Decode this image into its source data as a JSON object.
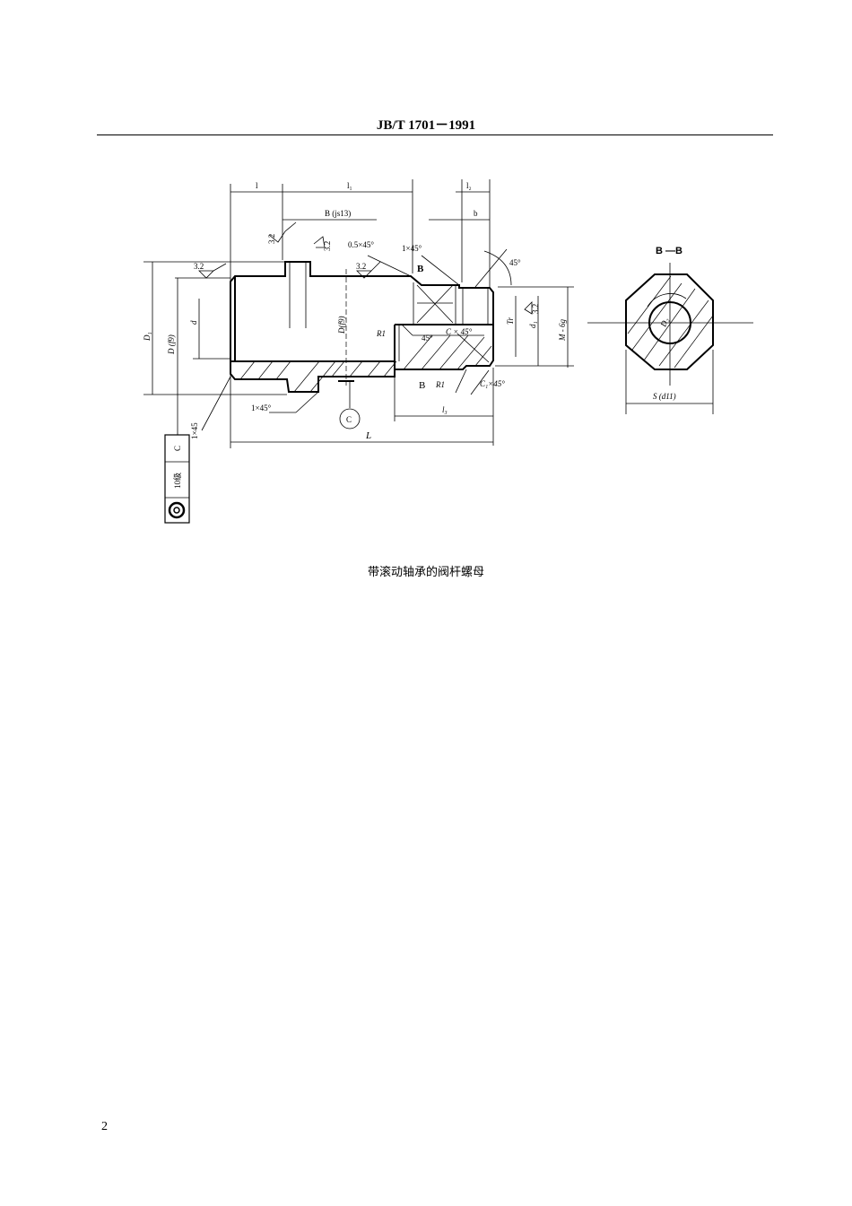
{
  "header": {
    "title": "JB/T  1701－1991"
  },
  "drawing": {
    "labels": {
      "l": "l",
      "l1": "l₁",
      "l2": "l₂",
      "l3": "l₃",
      "b": "b",
      "B_js13": "B (js13)",
      "chamfer_05": "0.5×45°",
      "chamfer_1_top": "1×45°",
      "angle_45_top": "45°",
      "roughness_a": "3.2",
      "roughness_b": "3.2",
      "roughness_c": "3.2",
      "roughness_d": "3.2",
      "roughness_e": "3.2",
      "section_B_top": "B",
      "section_B_bottom": "B",
      "D1": "D₁",
      "D_f9_left": "D (f9)",
      "d": "d",
      "D_f9_mid": "D(f9)",
      "R1_top": "R1",
      "R1_bottom": "R1",
      "angle_45_mid": "45°",
      "C_chamfer": "C × 45°",
      "C1_chamfer": "C₁×45°",
      "Tr": "Tr",
      "d1": "d₁",
      "M6g": "M - 6g",
      "chamfer_1_bottom": "1×45°",
      "chamfer_1_vertical": "1×45",
      "datum_C": "C",
      "L": "L",
      "tolerance_datum": "C",
      "tolerance_grade": "10级",
      "section_title": "B —B",
      "D2": "D₂",
      "S_d11": "S  (d11)"
    }
  },
  "caption": "带滚动轴承的阀杆螺母",
  "page_number": "2"
}
